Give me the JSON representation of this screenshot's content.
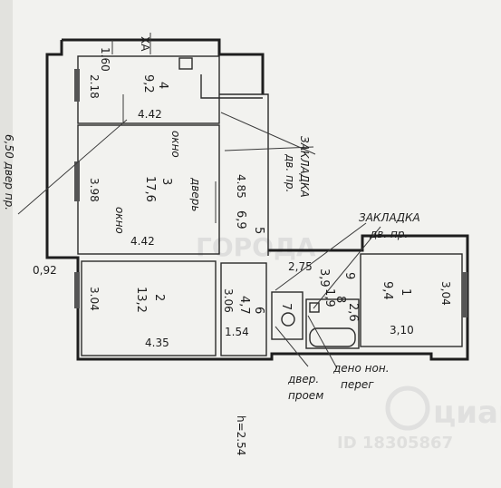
{
  "rooms": [
    {
      "number": "4",
      "area": "9,2",
      "width": "4.42",
      "depth": "2.18"
    },
    {
      "number": "3",
      "area": "17,6",
      "width": "4.42",
      "depth": "3.98"
    },
    {
      "number": "5",
      "area": "6,9",
      "length": "4.85"
    },
    {
      "number": "2",
      "area": "13,2",
      "width": "4.35",
      "depth": "3.04"
    },
    {
      "number": "6",
      "area": "4,7",
      "length": "3.06",
      "width": "1.54"
    },
    {
      "number": "1",
      "area": "9,4",
      "width": "3,10",
      "depth": "3,04"
    },
    {
      "number": "7",
      "area": "1,9"
    },
    {
      "number": "8",
      "area": "2,6"
    },
    {
      "number": "9",
      "area": "3,9"
    }
  ],
  "dimensions": {
    "top_small": "1.60",
    "left_offset": "0,92",
    "corridor_width": "2,75",
    "right_depth": "3,04",
    "ceiling_height": "h=2.54"
  },
  "annotations": {
    "top_marks": "XA",
    "left_note": "6,50 двер пр.",
    "room3_vertical_1": "окно",
    "room3_vertical_2": "окно",
    "room3_side": "3,98",
    "room3_bottom": "4,42",
    "door_label": "дверь",
    "zakladka_1": "ЗАКЛАДКА",
    "zakladka_1_sub": "дв. пр.",
    "zakladka_2": "ЗАКЛАДКА",
    "zakladka_2_sub": "дв. пр.",
    "door_bottom_1": "двер.",
    "door_bottom_1b": "проем",
    "door_bottom_2": "дено нон.",
    "door_bottom_2b": "перег"
  },
  "watermark": {
    "text_1": "ГОРОДА",
    "text_2": "циан",
    "id_text": "ID 18305867"
  },
  "colors": {
    "paper": "#f2f2ef",
    "ink": "#1e1e1e",
    "watermark": "#d8d8d8"
  }
}
